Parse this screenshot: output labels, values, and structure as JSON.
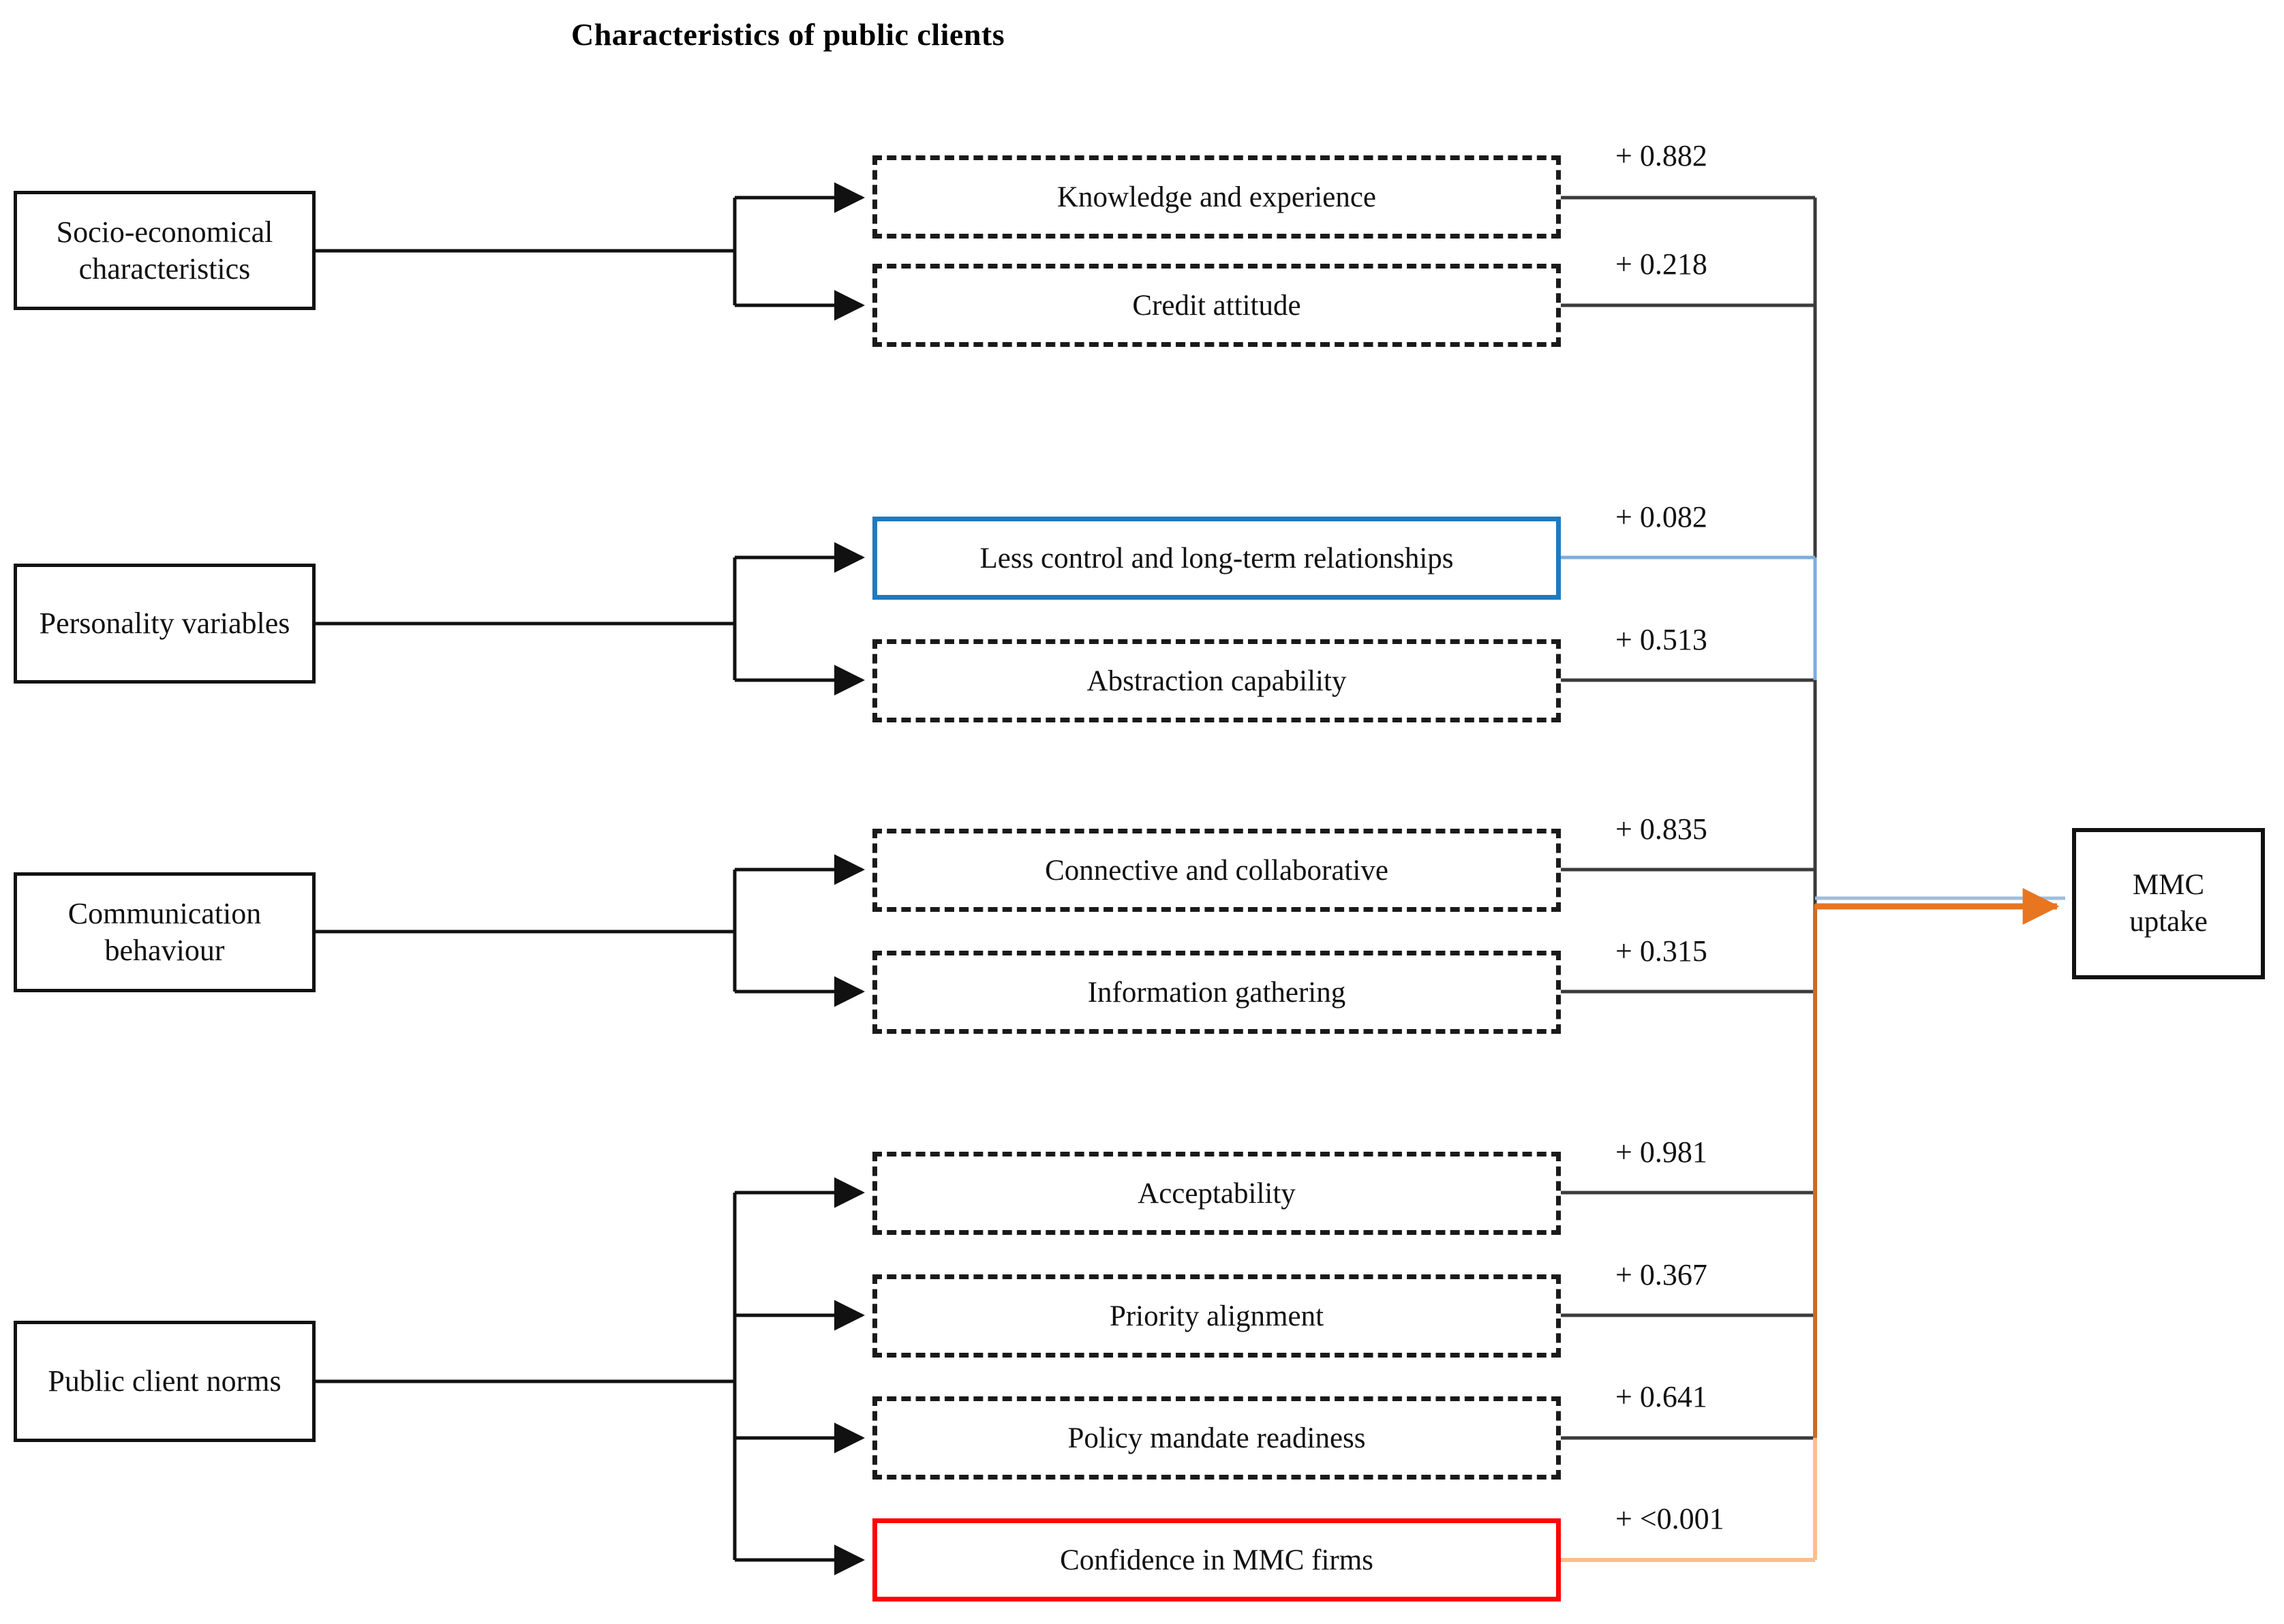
{
  "title": "Characteristics of public clients",
  "outcome": {
    "label": "MMC\nuptake",
    "line1": "MMC",
    "line2": "uptake"
  },
  "colors": {
    "box_border": "#111111",
    "dashed_border": "#1a1a1a",
    "blue_accent": "#1f7ac0",
    "red_accent": "#fb0505",
    "orange_accent": "#e8751f",
    "light_orange": "#fbbe8e",
    "blue_line": "#7aaede"
  },
  "groups": [
    {
      "id": "socio-economical-characteristics",
      "label": "Socio-economical characteristics",
      "line1": "Socio-economical",
      "line2": "characteristics"
    },
    {
      "id": "personality-variables",
      "label": "Personality  variables",
      "line1": "Personality  variables",
      "line2": ""
    },
    {
      "id": "communication-behaviour",
      "label": "Communication  behaviour",
      "line1": "Communication  behaviour",
      "line2": ""
    },
    {
      "id": "public-client-norms",
      "label": "Public client norms",
      "line1": "Public client norms",
      "line2": ""
    }
  ],
  "factors": [
    {
      "id": "knowledge-and-experience",
      "label": "Knowledge and experience",
      "coefficient": "+ 0.882",
      "style": "dashed",
      "group": "socio-economical-characteristics"
    },
    {
      "id": "credit-attitude",
      "label": "Credit attitude",
      "coefficient": "+ 0.218",
      "style": "dashed",
      "group": "socio-economical-characteristics"
    },
    {
      "id": "less-control-and-long-term-relationships",
      "label": "Less control and long-term relationships",
      "coefficient": "+ 0.082",
      "style": "blue",
      "group": "personality-variables"
    },
    {
      "id": "abstraction-capability",
      "label": "Abstraction capability",
      "coefficient": "+ 0.513",
      "style": "dashed",
      "group": "personality-variables"
    },
    {
      "id": "connective-and-collaborative",
      "label": "Connective and collaborative",
      "coefficient": "+ 0.835",
      "style": "dashed",
      "group": "communication-behaviour"
    },
    {
      "id": "information-gathering",
      "label": "Information gathering",
      "coefficient": "+ 0.315",
      "style": "dashed",
      "group": "communication-behaviour"
    },
    {
      "id": "acceptability",
      "label": "Acceptability",
      "coefficient": "+ 0.981",
      "style": "dashed",
      "group": "public-client-norms"
    },
    {
      "id": "priority-alignment",
      "label": "Priority alignment",
      "coefficient": "+ 0.367",
      "style": "dashed",
      "group": "public-client-norms"
    },
    {
      "id": "policy-mandate-readiness",
      "label": "Policy mandate readiness",
      "coefficient": "+ 0.641",
      "style": "dashed",
      "group": "public-client-norms"
    },
    {
      "id": "confidence-in-mmc-firms",
      "label": "Confidence in MMC firms",
      "coefficient": "+ <0.001",
      "style": "red",
      "group": "public-client-norms"
    }
  ]
}
